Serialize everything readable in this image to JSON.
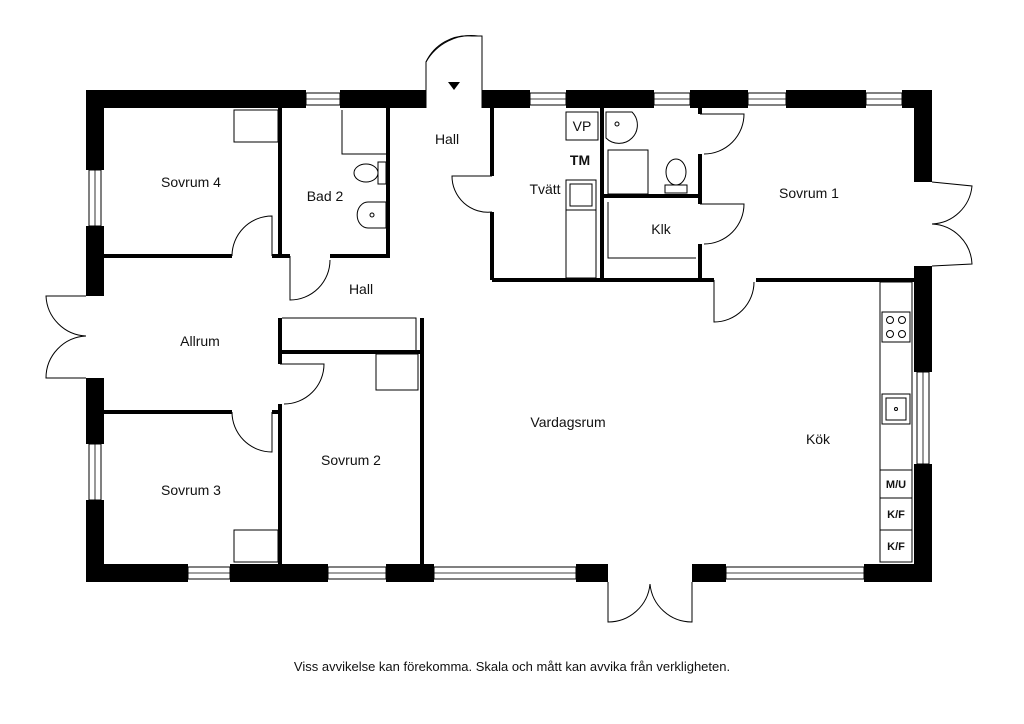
{
  "rooms": {
    "sovrum4": "Sovrum 4",
    "bad2": "Bad 2",
    "hall_top": "Hall",
    "tvatt": "Tvätt",
    "sovrum1": "Sovrum 1",
    "klk": "Klk",
    "hall_mid": "Hall",
    "allrum": "Allrum",
    "vardagsrum": "Vardagsrum",
    "kok": "Kök",
    "sovrum2": "Sovrum 2",
    "sovrum3": "Sovrum 3"
  },
  "appliances": {
    "vp": "VP",
    "tm": "TM",
    "mu": "M/U",
    "kf1": "K/F",
    "kf2": "K/F"
  },
  "disclaimer": "Viss avvikelse kan förekomma. Skala och mått kan avvika från verkligheten."
}
